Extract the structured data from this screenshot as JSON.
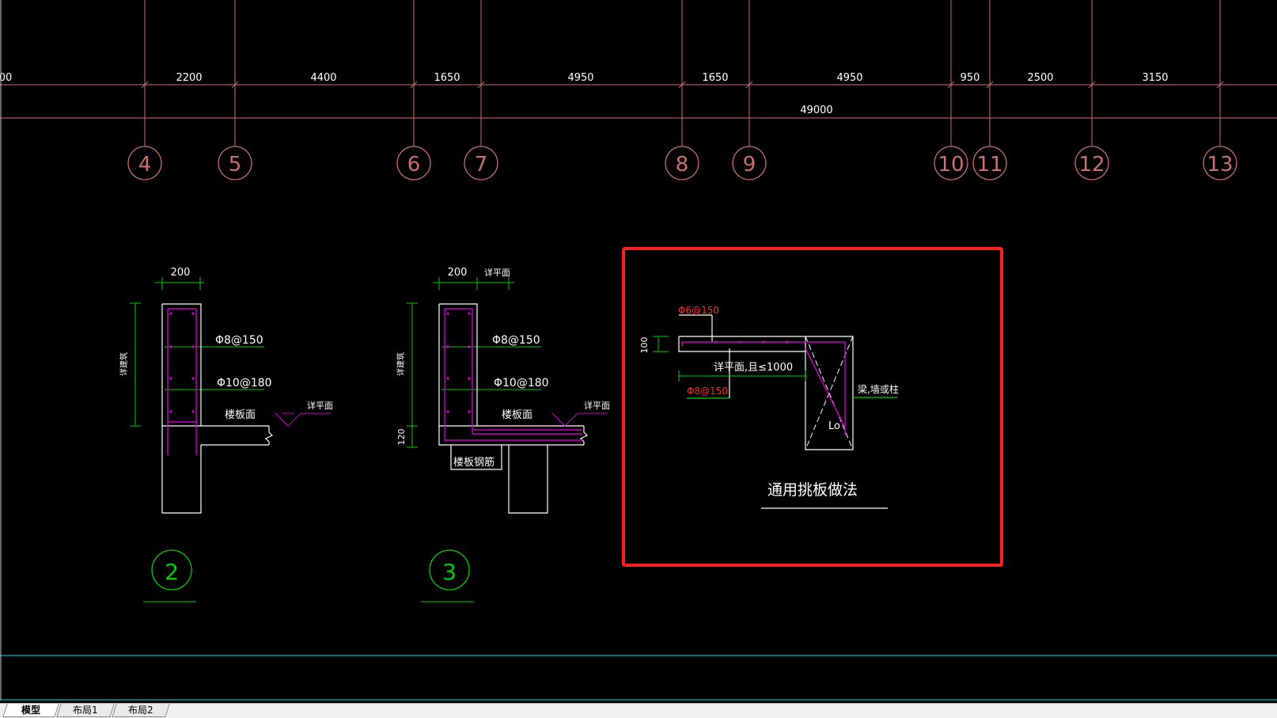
{
  "colors": {
    "background": "#000000",
    "axis": "#c87070",
    "dimension": "#00d000",
    "rebar": "#c800c8",
    "outline": "#ffffff",
    "highlight": "#ff2020",
    "red_text": "#ff2a2a",
    "cyan": "#00b7b7"
  },
  "dimensions_top": [
    "00",
    "2200",
    "4400",
    "1650",
    "4950",
    "1650",
    "4950",
    "950",
    "2500",
    "3150"
  ],
  "dimension_total": "49000",
  "axis_labels": [
    "4",
    "5",
    "6",
    "7",
    "8",
    "9",
    "10",
    "11",
    "12",
    "13"
  ],
  "detail2": {
    "width_dim": "200",
    "side_label": "详建筑",
    "rebar1": "Φ8@150",
    "rebar2": "Φ10@180",
    "slab_label": "楼板面",
    "elev_label": "详平面",
    "number": "2"
  },
  "detail3": {
    "width_dim": "200",
    "top_label": "详平面",
    "side_label": "详建筑",
    "slab_dim": "120",
    "rebar1": "Φ8@150",
    "rebar2": "Φ10@180",
    "slab_label": "楼板面",
    "elev_label": "详平面",
    "slab_rebar": "楼板钢筋",
    "number": "3"
  },
  "detail_cantilever": {
    "rebar_top": "Φ6@150",
    "thick_dim": "100",
    "length_label": "详平面,且≤1000",
    "rebar_bottom": "Φ8@150",
    "support_label": "梁,墙或柱",
    "lo_label": "Lo",
    "title": "通用挑板做法"
  },
  "tabs": [
    {
      "label": "模型",
      "active": true
    },
    {
      "label": "布局1",
      "active": false
    },
    {
      "label": "布局2",
      "active": false
    }
  ]
}
